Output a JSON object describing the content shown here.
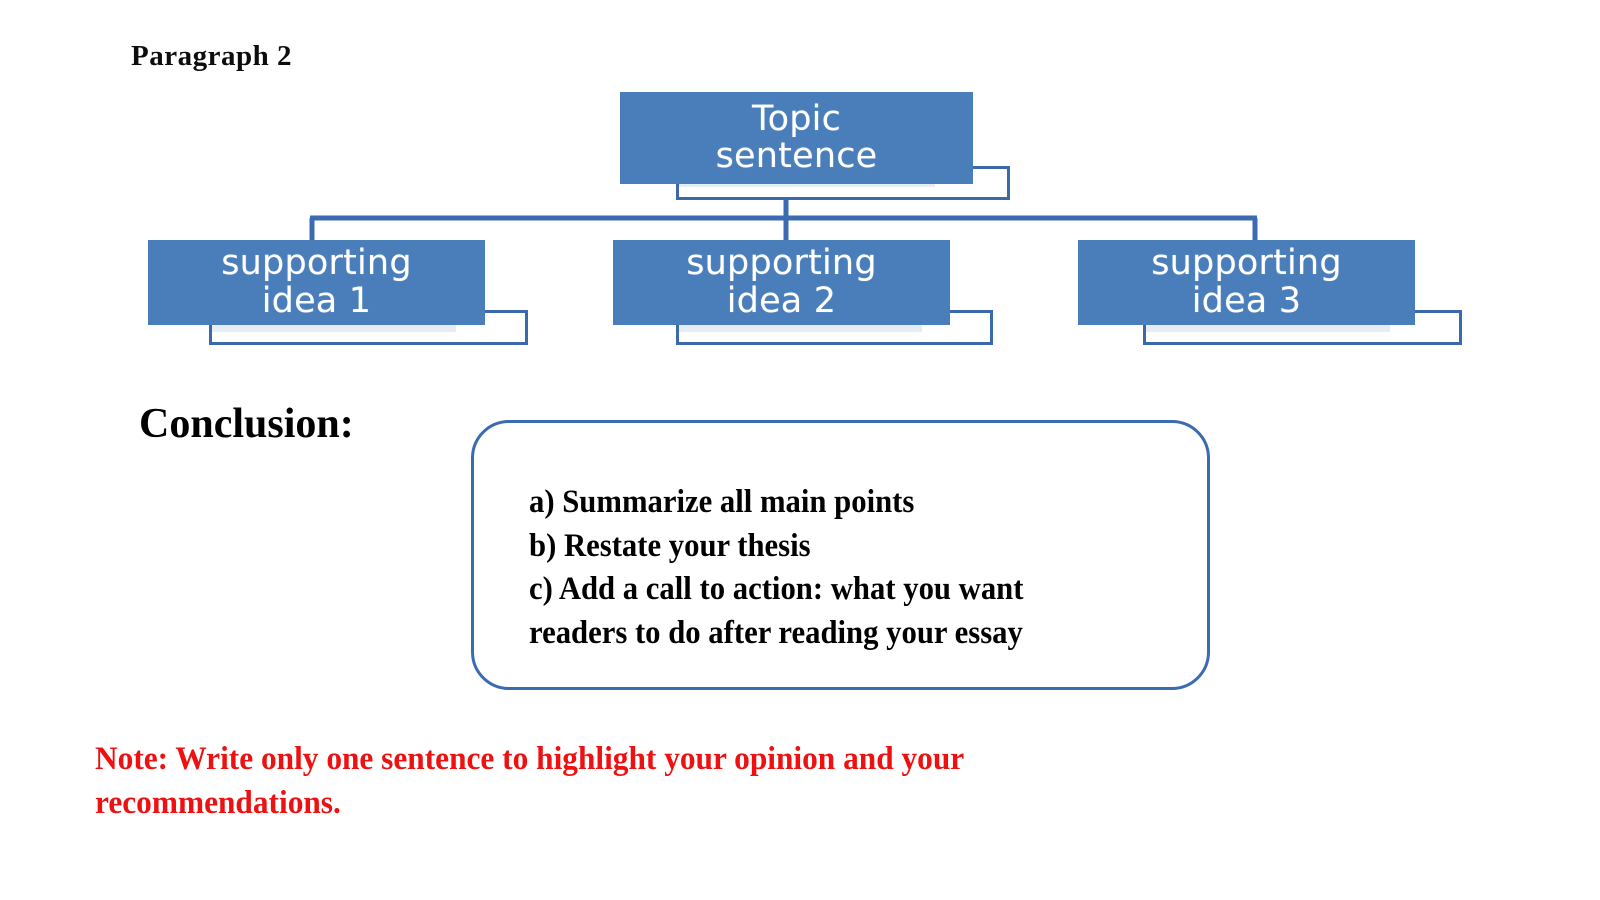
{
  "slide": {
    "heading": "Paragraph 2",
    "background_color": "#ffffff"
  },
  "diagram": {
    "type": "org-chart",
    "node_fill_color": "#4a7ebb",
    "node_text_color": "#ffffff",
    "connector_color": "#3b6bb0",
    "plate_fill_color": "#e7edf7",
    "root": {
      "id": "topic",
      "label": "Topic\nsentence"
    },
    "children": [
      {
        "id": "supporting-1",
        "label": "supporting\nidea 1"
      },
      {
        "id": "supporting-2",
        "label": "supporting\nidea 2"
      },
      {
        "id": "supporting-3",
        "label": "supporting\nidea 3"
      }
    ]
  },
  "conclusion": {
    "label": "Conclusion:",
    "border_color": "#3b6bb0",
    "items": [
      "a) Summarize all main points",
      "b) Restate your thesis",
      "c) Add a call to action: what you want",
      "readers to do after reading your essay"
    ]
  },
  "note": {
    "color": "#ee1111",
    "text": "Note: Write only one sentence to highlight your opinion and your recommendations."
  }
}
